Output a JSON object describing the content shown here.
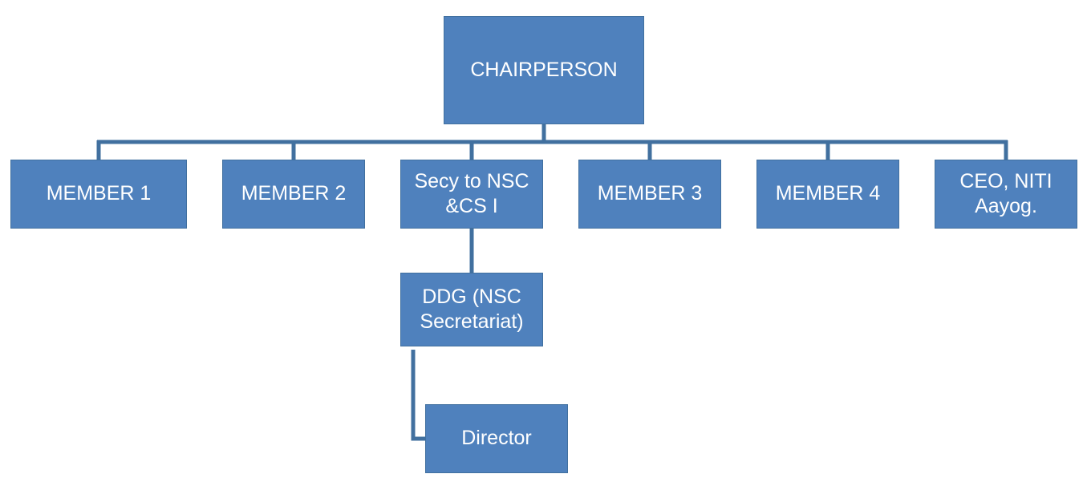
{
  "diagram": {
    "type": "org-chart",
    "colors": {
      "box_fill": "#4f81bd",
      "box_text": "#ffffff",
      "connector": "#41709f"
    },
    "nodes": {
      "chairperson": "CHAIRPERSON",
      "member1": "MEMBER 1",
      "member2": "MEMBER 2",
      "secy": "Secy to NSC\n&CS I",
      "member3": "MEMBER 3",
      "member4": "MEMBER 4",
      "ceo": "CEO, NITI\nAayog.",
      "ddg": "DDG (NSC\nSecretariat)",
      "director": "Director"
    },
    "edges": [
      [
        "chairperson",
        "member1"
      ],
      [
        "chairperson",
        "member2"
      ],
      [
        "chairperson",
        "secy"
      ],
      [
        "chairperson",
        "member3"
      ],
      [
        "chairperson",
        "member4"
      ],
      [
        "chairperson",
        "ceo"
      ],
      [
        "secy",
        "ddg"
      ],
      [
        "ddg",
        "director"
      ]
    ]
  }
}
